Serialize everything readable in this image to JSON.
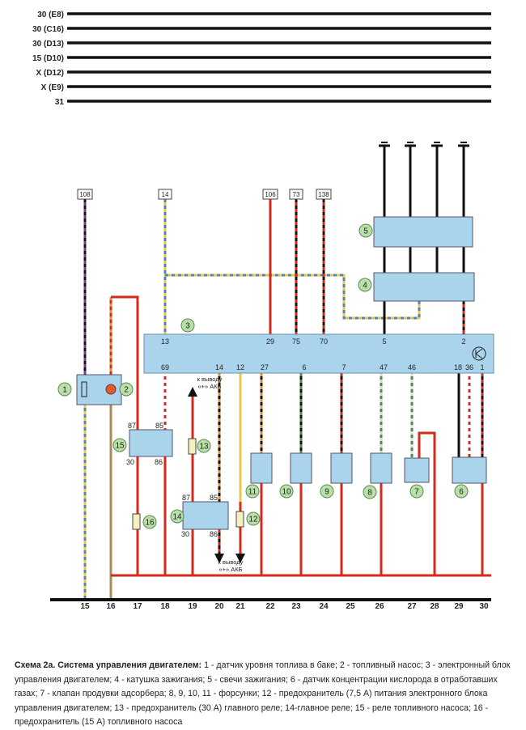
{
  "buses": [
    "30 (E8)",
    "30 (C16)",
    "30 (D13)",
    "15 (D10)",
    "X (D12)",
    "X (E9)",
    "31"
  ],
  "connectors": [
    "108",
    "14",
    "106",
    "73",
    "138"
  ],
  "ecu": {
    "pins_top": [
      "13",
      "29",
      "75",
      "70",
      "5",
      "2"
    ],
    "pins_bottom": [
      "69",
      "14",
      "12",
      "27",
      "6",
      "7",
      "47",
      "46",
      "18",
      "36",
      "1"
    ]
  },
  "components": [
    "1",
    "2",
    "3",
    "4",
    "5",
    "6",
    "7",
    "8",
    "9",
    "10",
    "11",
    "12",
    "13",
    "14",
    "15",
    "16"
  ],
  "relay_pins": {
    "p87": "87",
    "p85": "85",
    "p30": "30",
    "p86": "86"
  },
  "notes": {
    "battery_line1": "к выводу",
    "battery_line2": "«+» АКБ"
  },
  "columns": [
    "15",
    "16",
    "17",
    "18",
    "19",
    "20",
    "21",
    "22",
    "23",
    "24",
    "25",
    "26",
    "27",
    "28",
    "29",
    "30"
  ],
  "caption": {
    "title": "Схема 2а. Система управления двигателем:",
    "text": " 1 - датчик уровня топлива в баке; 2 - топливный насос; 3 - электронный блок управления двигателем; 4 - катушка зажигания; 5 - свечи зажигания; 6 - датчик концентрации кислорода в отработавших газах; 7 - клапан продувки адсорбера; 8, 9, 10, 11 - форсунки; 12 - предохранитель (7,5 А) питания электронного блока управления двигателем; 13 - предохранитель (30 А) главного реле; 14-главное реле; 15 - реле топливного насоса; 16 - предохранитель (15 А) топливного насоса"
  },
  "colors": {
    "box": "#a9d4ec",
    "label_circle": "#b8e0a8",
    "red": "#d42a1c",
    "yellow": "#e6c84a",
    "blue": "#5a7fb0",
    "green": "#4c8a4c",
    "purple": "#7b3a8c",
    "tan": "#a88a58"
  }
}
